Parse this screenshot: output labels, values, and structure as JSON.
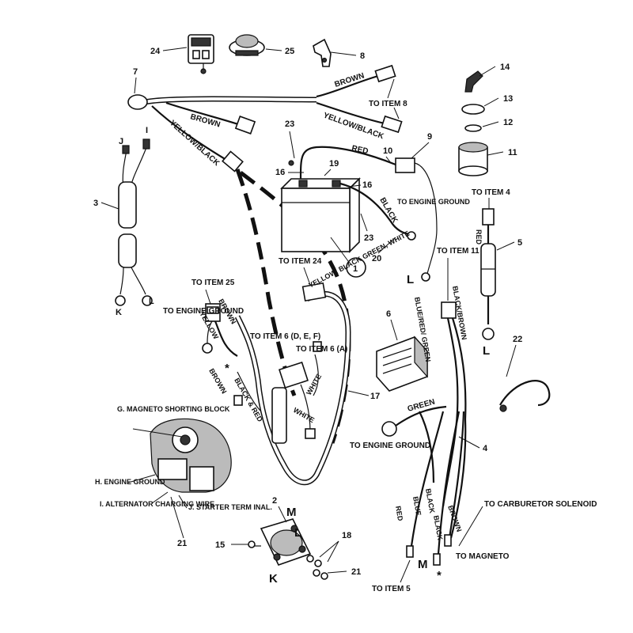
{
  "items": {
    "i1": "1",
    "i2": "2",
    "i3": "3",
    "i4": "4",
    "i5": "5",
    "i6": "6",
    "i7": "7",
    "i8": "8",
    "i9": "9",
    "i10": "10",
    "i11": "11",
    "i12": "12",
    "i13": "13",
    "i14": "14",
    "i15": "15",
    "i16a": "16",
    "i16b": "16",
    "i17": "17",
    "i18": "18",
    "i19": "19",
    "i20": "20",
    "i21a": "21",
    "i21b": "21",
    "i22": "22",
    "i23a": "23",
    "i23b": "23",
    "i24": "24",
    "i25": "25"
  },
  "wire_labels": {
    "brown_top": "BROWN",
    "to_item_8": "TO ITEM 8",
    "yellow_black_top": "YELLOW/BLACK",
    "brown_mid": "BROWN",
    "yellow_black_mid": "YELLOW/BLACK",
    "red_battery": "RED",
    "black_battery": "BLACK",
    "to_engine_ground_battery": "TO ENGINE GROUND",
    "to_item_24": "TO ITEM 24",
    "yellow_black_green_white": "YELLOW, BLACK GREEN, WHITE",
    "to_item_11": "TO ITEM 11",
    "black_brown": "BLACK/BROWN",
    "blue_red_green": "BLUE/RED/ GREEN",
    "to_item_25": "TO ITEM 25",
    "brown_conn": "BROWN",
    "yellow_conn": "YELLOW",
    "to_engine_ground_left": "TO ENGINE GROUND",
    "to_item_6_def": "TO ITEM 6 (D, E, F)",
    "to_item_6_a": "TO ITEM 6 (A)",
    "white_a": "WHITE",
    "white_b": "WHITE",
    "black_red": "BLACK & RED",
    "brown_left": "BROWN",
    "green_right": "GREEN",
    "to_engine_ground_right": "TO ENGINE GROUND",
    "red_low": "RED",
    "blue_low": "BLUE",
    "black_low_a": "BLACK",
    "black_low_b": "BLACK",
    "brown_low": "BROWN",
    "to_carburetor_solenoid": "TO CARBURETOR SOLENOID",
    "to_magneto": "TO MAGNETO",
    "to_item_4": "TO ITEM 4",
    "red_item4": "RED",
    "to_item_5": "TO ITEM 5"
  },
  "engine_labels": {
    "g": "G. MAGNETO SHORTING BLOCK",
    "h": "H. ENGINE GROUND",
    "i": "I. ALTERNATOR CHARGING WIRE",
    "j": "J. STARTER TERM INAL."
  },
  "terminal_letters": {
    "j_top": "J",
    "i_top": "I",
    "k_left": "K",
    "l_left": "L",
    "l_battery": "L",
    "l_item5": "L",
    "m_solenoid": "M",
    "l_solenoid": "L",
    "k_solenoid": "K",
    "m_bottom": "M",
    "star_a": "*",
    "star_b": "*"
  }
}
